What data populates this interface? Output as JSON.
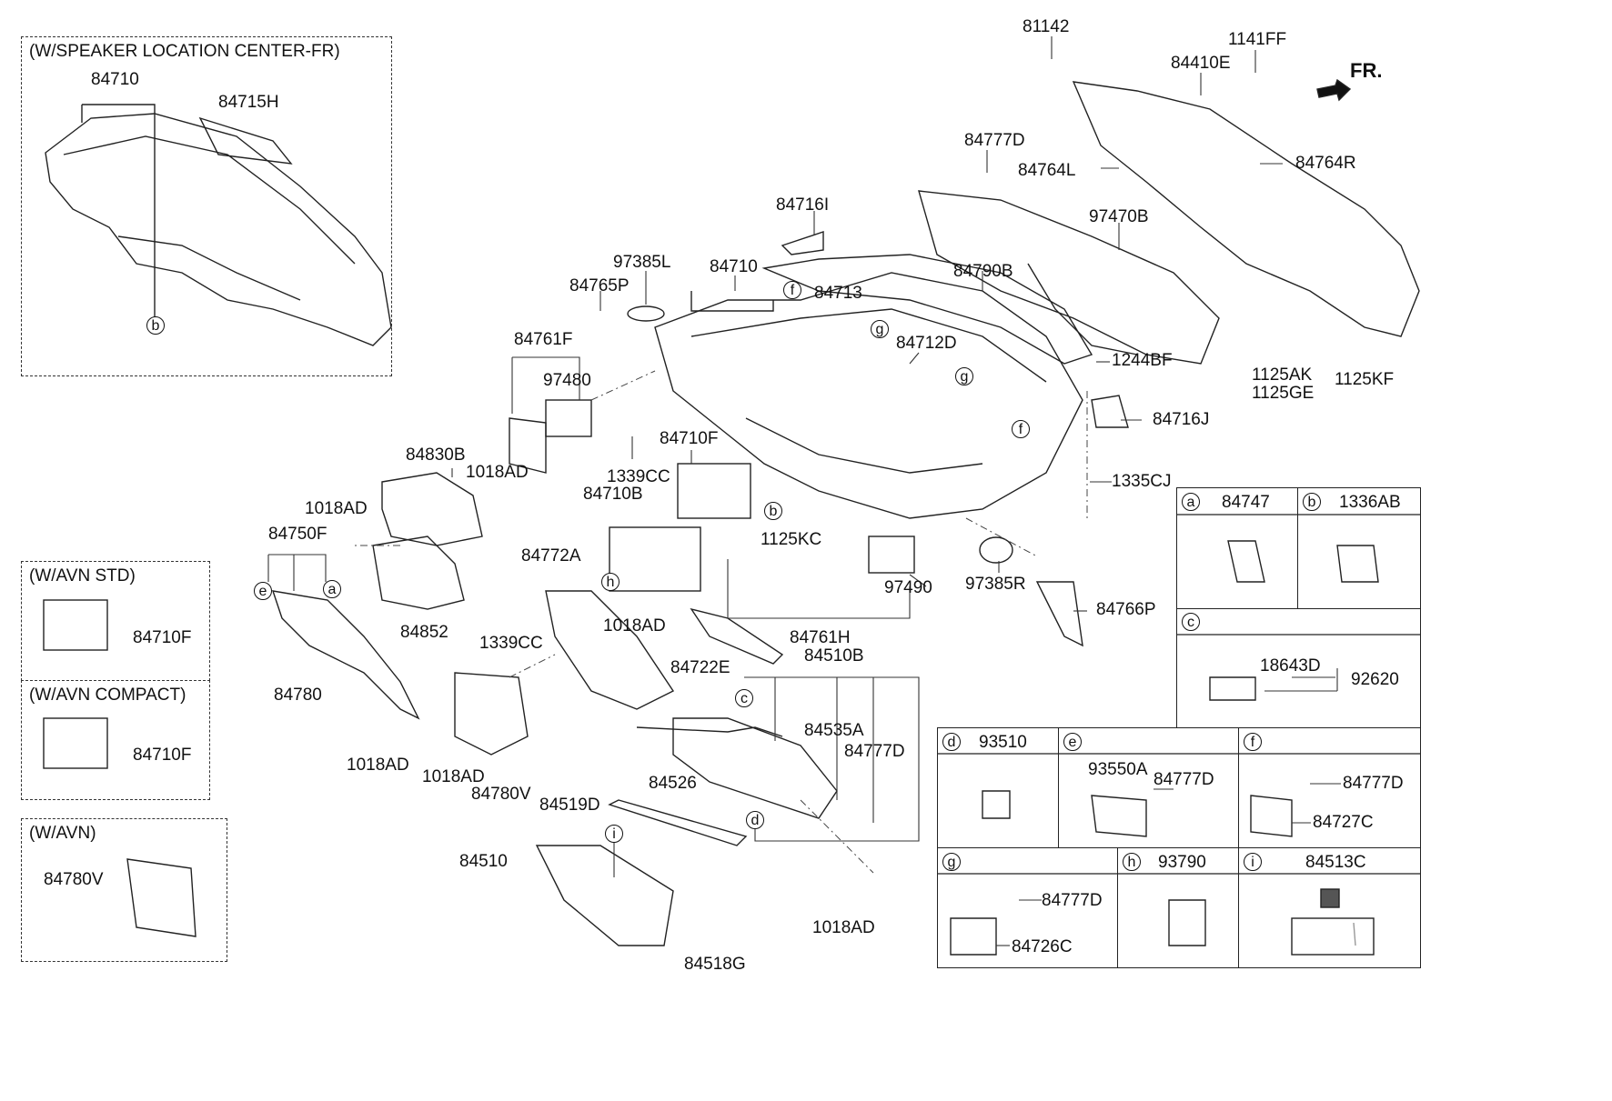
{
  "direction": "FR.",
  "insets": [
    {
      "id": "speaker",
      "title": "(W/SPEAKER LOCATION CENTER-FR)",
      "labels": [
        "84710",
        "84715H"
      ],
      "letter": "b"
    },
    {
      "id": "avn_std",
      "title": "(W/AVN STD)",
      "labels": [
        "84710F"
      ]
    },
    {
      "id": "avn_compact",
      "title": "(W/AVN COMPACT)",
      "labels": [
        "84710F"
      ]
    },
    {
      "id": "avn",
      "title": "(W/AVN)",
      "labels": [
        "84780V"
      ]
    }
  ],
  "main_labels": {
    "p81142": "81142",
    "p1141FF": "1141FF",
    "p84410E": "84410E",
    "p84777D_top": "84777D",
    "p84764L": "84764L",
    "p84764R": "84764R",
    "p84716I": "84716I",
    "p97470B": "97470B",
    "p97385L": "97385L",
    "p84710": "84710",
    "p84765P": "84765P",
    "p84713": "84713",
    "p84790B": "84790B",
    "p84712D": "84712D",
    "p84761F": "84761F",
    "p97480": "97480",
    "p1244BF": "1244BF",
    "p1125AK": "1125AK",
    "p1125GE": "1125GE",
    "p1125KF": "1125KF",
    "p84716J": "84716J",
    "p84710F": "84710F",
    "p1339CC_a": "1339CC",
    "p1018AD_a": "1018AD",
    "p84830B": "84830B",
    "p84710B": "84710B",
    "p1335CJ": "1335CJ",
    "p1018AD_b": "1018AD",
    "p84750F": "84750F",
    "p1125KC": "1125KC",
    "p84772A": "84772A",
    "p97490": "97490",
    "p97385R": "97385R",
    "p84766P": "84766P",
    "p84852": "84852",
    "p1018AD_c": "1018AD",
    "p1339CC_b": "1339CC",
    "p84761H": "84761H",
    "p84510B": "84510B",
    "p84722E": "84722E",
    "p84780": "84780",
    "p84535A": "84535A",
    "p84777D_mid": "84777D",
    "p1018AD_d": "1018AD",
    "p1018AD_e": "1018AD",
    "p84780V": "84780V",
    "p84526": "84526",
    "p84519D": "84519D",
    "p84510": "84510",
    "p1018AD_f": "1018AD",
    "p84518G": "84518G"
  },
  "callouts": {
    "a": "a",
    "b": "b",
    "c": "c",
    "d": "d",
    "e": "e",
    "f": "f",
    "g": "g",
    "h": "h",
    "i": "i"
  },
  "legend": {
    "a": {
      "letter": "a",
      "parts": [
        "84747"
      ]
    },
    "b": {
      "letter": "b",
      "parts": [
        "1336AB"
      ]
    },
    "c": {
      "letter": "c",
      "parts": [
        "18643D",
        "92620"
      ]
    },
    "d": {
      "letter": "d",
      "parts": [
        "93510"
      ]
    },
    "e": {
      "letter": "e",
      "parts": [
        "93550A",
        "84777D"
      ]
    },
    "f": {
      "letter": "f",
      "parts": [
        "84777D",
        "84727C"
      ]
    },
    "g": {
      "letter": "g",
      "parts": [
        "84777D",
        "84726C"
      ]
    },
    "h": {
      "letter": "h",
      "parts": [
        "93790"
      ]
    },
    "i": {
      "letter": "i",
      "parts": [
        "84513C"
      ]
    }
  }
}
